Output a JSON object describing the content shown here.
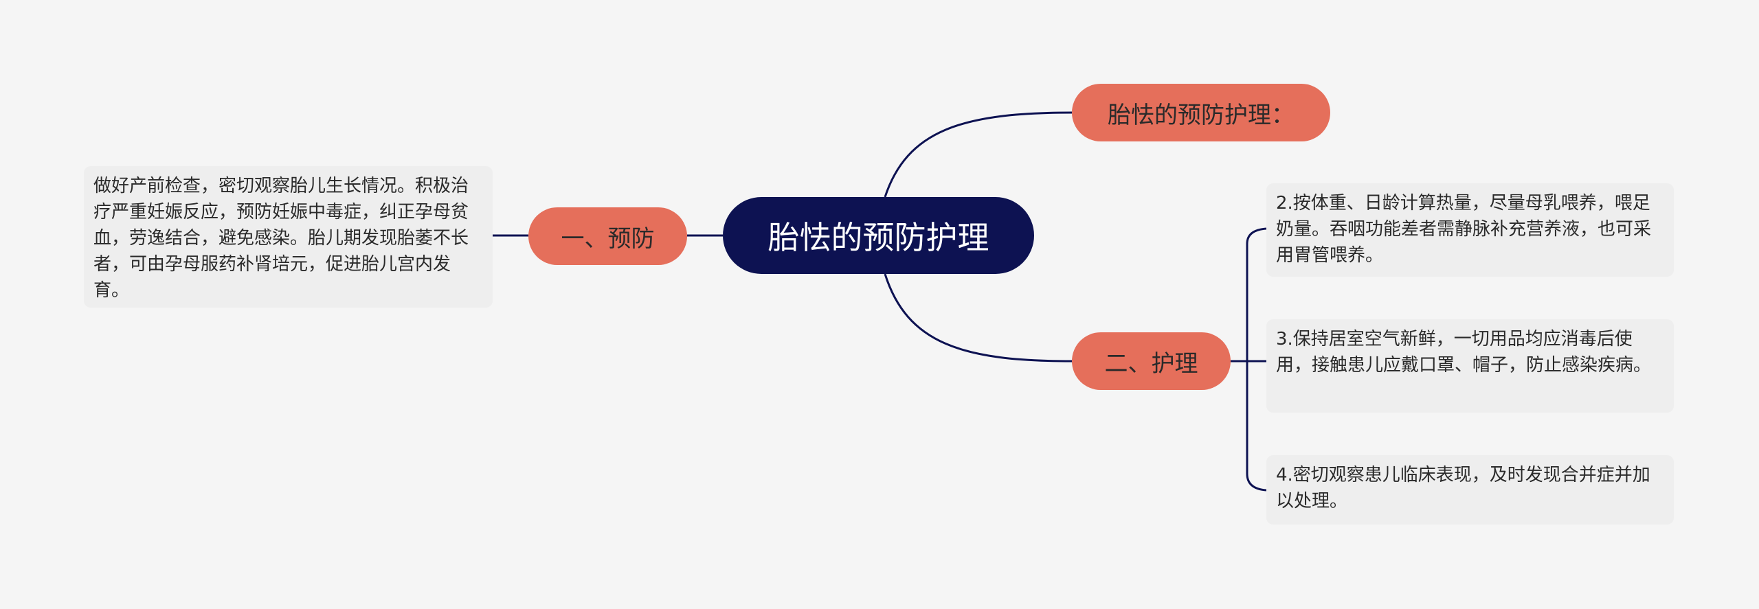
{
  "colors": {
    "background": "#f5f5f5",
    "root_fill": "#0d1252",
    "branch_fill": "#e56f5b",
    "leaf_fill": "#eeeeee",
    "connector": "#0d1252"
  },
  "root": {
    "label": "胎怯的预防护理"
  },
  "branches": {
    "title": {
      "label": "胎怯的预防护理："
    },
    "prevention": {
      "label": "一、预防",
      "note": "做好产前检查，密切观察胎儿生长情况。积极治疗严重妊娠反应，预防妊娠中毒症，纠正孕母贫血，劳逸结合，避免感染。胎儿期发现胎萎不长者，可由孕母服药补肾培元，促进胎儿宫内发育。"
    },
    "care": {
      "label": "二、护理",
      "items": [
        "2.按体重、日龄计算热量，尽量母乳喂养，喂足奶量。吞咽功能差者需静脉补充营养液，也可采用胃管喂养。",
        "3.保持居室空气新鲜，一切用品均应消毒后使用，接触患儿应戴口罩、帽子，防止感染疾病。",
        "4.密切观察患儿临床表现，及时发现合并症并加以处理。"
      ]
    }
  }
}
